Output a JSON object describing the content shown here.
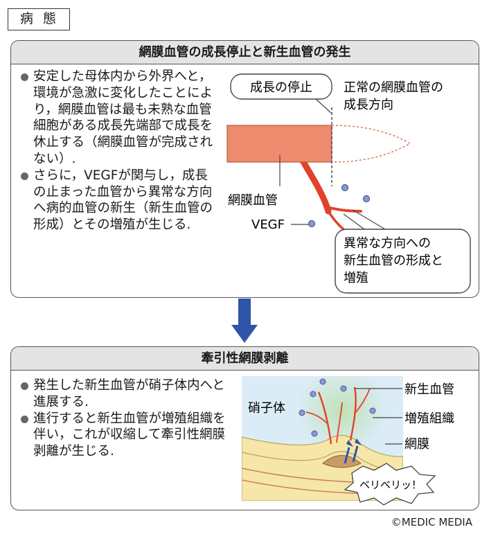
{
  "header_tag": "病態",
  "panel1": {
    "title": "網膜血管の成長停止と新生血管の発生",
    "bullets": [
      "安定した母体内から外界へと，環境が急激に変化したことにより，網膜血管は最も未熟な血管細胞がある成長先端部で成長を休止する（網膜血管が完成されない）.",
      "さらに，VEGFが関与し，成長の止まった血管から異常な方向へ病的血管の新生（新生血管の形成）とその増殖が生じる."
    ],
    "labels": {
      "growth_stop": "成長の停止",
      "normal_direction_line1": "正常の網膜血管の",
      "normal_direction_line2": "成長方向",
      "retinal_vessel": "網膜血管",
      "vegf": "VEGF",
      "abnormal_line1": "異常な方向への",
      "abnormal_line2": "新生血管の形成と",
      "abnormal_line3": "増殖"
    }
  },
  "panel2": {
    "title": "牽引性網膜剥離",
    "bullets": [
      "発生した新生血管が硝子体内へと進展する.",
      "進行すると新生血管が増殖組織を伴い，これが収縮して牽引性網膜剥離が生じる."
    ],
    "labels": {
      "vitreous": "硝子体",
      "neovessel": "新生血管",
      "proliferative_tissue": "増殖組織",
      "retina": "網膜",
      "sound": "ベリベリッ！"
    }
  },
  "credit": "©MEDIC MEDIA",
  "colors": {
    "vessel": "#ee8a6e",
    "neovessel": "#e0432a",
    "vegf_dot": "#8a98d0",
    "arrow": "#2f55a8",
    "vitreous_bg": "#dcecf7",
    "retina_yellow": "#f6e6a8",
    "prolif_green": "#cfe7c4"
  }
}
